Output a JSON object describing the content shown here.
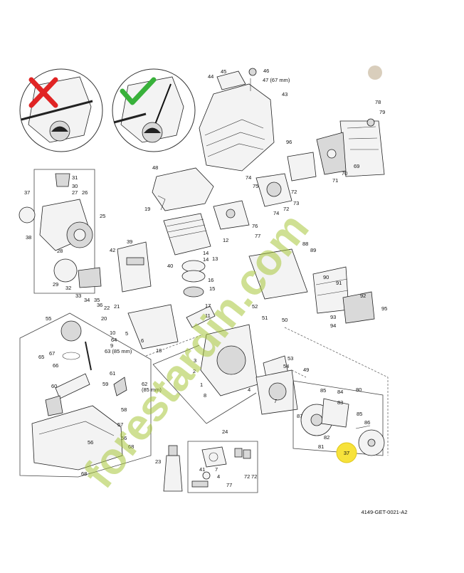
{
  "diagram": {
    "reference_code": "4149-GET-0021-A2",
    "watermark_text": "forestardin.com",
    "callout_number": "37",
    "callout_color": "#f7e23b",
    "watermark_color": "#a8c63a",
    "watermark_accent_color": "#c9b9a0",
    "cross_mark_color": "#e02424",
    "check_mark_color": "#38b13a",
    "part_labels": [
      {
        "id": "44",
        "text": "44"
      },
      {
        "id": "45",
        "text": "45"
      },
      {
        "id": "46",
        "text": "46"
      },
      {
        "id": "47",
        "text": "47 (67 mm)"
      },
      {
        "id": "43",
        "text": "43"
      },
      {
        "id": "78",
        "text": "78"
      },
      {
        "id": "79",
        "text": "79"
      },
      {
        "id": "96",
        "text": "96"
      },
      {
        "id": "69",
        "text": "69"
      },
      {
        "id": "70",
        "text": "70"
      },
      {
        "id": "71",
        "text": "71"
      },
      {
        "id": "31",
        "text": "31"
      },
      {
        "id": "30",
        "text": "30"
      },
      {
        "id": "27",
        "text": "27"
      },
      {
        "id": "26",
        "text": "26"
      },
      {
        "id": "37a",
        "text": "37"
      },
      {
        "id": "25",
        "text": "25"
      },
      {
        "id": "38",
        "text": "38"
      },
      {
        "id": "48",
        "text": "48"
      },
      {
        "id": "19",
        "text": "19"
      },
      {
        "id": "74",
        "text": "74"
      },
      {
        "id": "75",
        "text": "75"
      },
      {
        "id": "72a",
        "text": "72"
      },
      {
        "id": "73",
        "text": "73"
      },
      {
        "id": "72b",
        "text": "72"
      },
      {
        "id": "74b",
        "text": "74"
      },
      {
        "id": "76",
        "text": "76"
      },
      {
        "id": "77",
        "text": "77"
      },
      {
        "id": "12",
        "text": "12"
      },
      {
        "id": "28",
        "text": "28"
      },
      {
        "id": "39",
        "text": "39"
      },
      {
        "id": "42",
        "text": "42"
      },
      {
        "id": "40",
        "text": "40"
      },
      {
        "id": "14a",
        "text": "14"
      },
      {
        "id": "14b",
        "text": "14"
      },
      {
        "id": "13",
        "text": "13"
      },
      {
        "id": "88",
        "text": "88"
      },
      {
        "id": "89",
        "text": "89"
      },
      {
        "id": "29",
        "text": "29"
      },
      {
        "id": "32",
        "text": "32"
      },
      {
        "id": "33",
        "text": "33"
      },
      {
        "id": "34",
        "text": "34"
      },
      {
        "id": "35",
        "text": "35"
      },
      {
        "id": "36",
        "text": "36"
      },
      {
        "id": "16",
        "text": "16"
      },
      {
        "id": "15",
        "text": "15"
      },
      {
        "id": "90",
        "text": "90"
      },
      {
        "id": "91",
        "text": "91"
      },
      {
        "id": "92",
        "text": "92"
      },
      {
        "id": "22",
        "text": "22"
      },
      {
        "id": "21",
        "text": "21"
      },
      {
        "id": "20",
        "text": "20"
      },
      {
        "id": "17",
        "text": "17"
      },
      {
        "id": "11",
        "text": "11"
      },
      {
        "id": "52",
        "text": "52"
      },
      {
        "id": "51",
        "text": "51"
      },
      {
        "id": "95",
        "text": "95"
      },
      {
        "id": "93",
        "text": "93"
      },
      {
        "id": "94",
        "text": "94"
      },
      {
        "id": "50",
        "text": "50"
      },
      {
        "id": "5",
        "text": "5"
      },
      {
        "id": "6",
        "text": "6"
      },
      {
        "id": "55",
        "text": "55"
      },
      {
        "id": "10",
        "text": "10"
      },
      {
        "id": "9",
        "text": "9"
      },
      {
        "id": "64",
        "text": "64"
      },
      {
        "id": "67",
        "text": "67"
      },
      {
        "id": "65",
        "text": "65"
      },
      {
        "id": "66",
        "text": "66"
      },
      {
        "id": "63",
        "text": "63 (85 mm)"
      },
      {
        "id": "18",
        "text": "18"
      },
      {
        "id": "61",
        "text": "61"
      },
      {
        "id": "53",
        "text": "53"
      },
      {
        "id": "54",
        "text": "54"
      },
      {
        "id": "3",
        "text": "3"
      },
      {
        "id": "2",
        "text": "2"
      },
      {
        "id": "49",
        "text": "49"
      },
      {
        "id": "60",
        "text": "60"
      },
      {
        "id": "59",
        "text": "59"
      },
      {
        "id": "62",
        "text": "62"
      },
      {
        "id": "62mm",
        "text": "(85 mm)"
      },
      {
        "id": "1",
        "text": "1"
      },
      {
        "id": "4",
        "text": "4"
      },
      {
        "id": "8",
        "text": "8"
      },
      {
        "id": "80",
        "text": "80"
      },
      {
        "id": "85a",
        "text": "85"
      },
      {
        "id": "84",
        "text": "84"
      },
      {
        "id": "83",
        "text": "83"
      },
      {
        "id": "7a",
        "text": "7"
      },
      {
        "id": "58",
        "text": "58"
      },
      {
        "id": "87",
        "text": "87"
      },
      {
        "id": "85b",
        "text": "85"
      },
      {
        "id": "86",
        "text": "86"
      },
      {
        "id": "57",
        "text": "57"
      },
      {
        "id": "24",
        "text": "24"
      },
      {
        "id": "56a",
        "text": "56"
      },
      {
        "id": "56b",
        "text": "56"
      },
      {
        "id": "68a",
        "text": "68"
      },
      {
        "id": "82",
        "text": "82"
      },
      {
        "id": "81",
        "text": "81"
      },
      {
        "id": "23",
        "text": "23"
      },
      {
        "id": "41",
        "text": "41"
      },
      {
        "id": "7b",
        "text": "7"
      },
      {
        "id": "4b",
        "text": "4"
      },
      {
        "id": "72c",
        "text": "72"
      },
      {
        "id": "72d",
        "text": "72"
      },
      {
        "id": "77b",
        "text": "77"
      },
      {
        "id": "68b",
        "text": "68"
      }
    ]
  }
}
